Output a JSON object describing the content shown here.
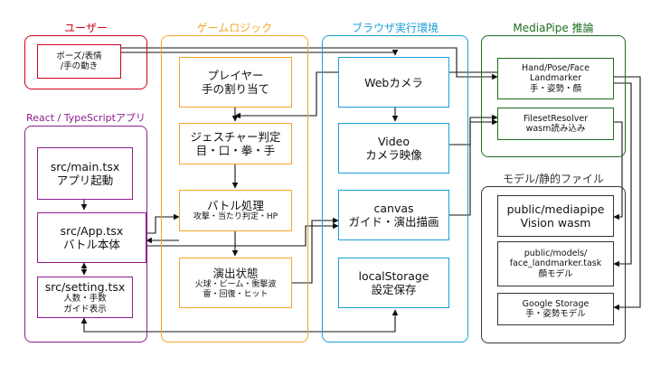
{
  "groups": {
    "user": {
      "title": "ユーザー",
      "color": "#d0021b"
    },
    "game": {
      "title": "ゲームロジック",
      "color": "#f5a623"
    },
    "browser": {
      "title": "ブラウザ実行環境",
      "color": "#1a9fd8"
    },
    "mp": {
      "title": "MediaPipe 推論",
      "color": "#1e6b1e"
    },
    "react": {
      "title": "React / TypeScriptアプリ",
      "color": "#8e1e8e"
    },
    "model": {
      "title": "モデル/静的ファイル",
      "color": "#333333"
    }
  },
  "nodes": {
    "pose": {
      "line1": "ポーズ/表情",
      "line2": "/手の動き"
    },
    "player": {
      "line1": "プレイヤー",
      "line2": "手の割り当て"
    },
    "gesture": {
      "line1": "ジェスチャー判定",
      "line2": "目・口・拳・手"
    },
    "battle": {
      "line1": "バトル処理",
      "line2": "攻撃・当たり判定・HP"
    },
    "effect": {
      "line1": "演出状態",
      "line2": "火球・ビーム・衝撃波",
      "line3": "雷・回復・ヒット"
    },
    "webcam": {
      "line1": "Webカメラ"
    },
    "video": {
      "line1": "Video",
      "line2": "カメラ映像"
    },
    "canvas": {
      "line1": "canvas",
      "line2": "ガイド・演出描画"
    },
    "storage": {
      "line1": "localStorage",
      "line2": "設定保存"
    },
    "landmark": {
      "line1": "Hand/Pose/Face",
      "line2": "Landmarker",
      "line3": "手・姿勢・顔"
    },
    "fileset": {
      "line1": "FilesetResolver",
      "line2": "wasm読み込み"
    },
    "main": {
      "line1": "src/main.tsx",
      "line2": "アプリ起動"
    },
    "app": {
      "line1": "src/App.tsx",
      "line2": "バトル本体"
    },
    "setting": {
      "line1": "src/setting.tsx",
      "line2": "人数・手数",
      "line3": "ガイド表示"
    },
    "vision": {
      "line1": "public/mediapipe",
      "line2": "Vision wasm"
    },
    "facemodel": {
      "line1": "public/models/",
      "line2": "face_landmarker.task",
      "line3": "顔モデル"
    },
    "gstorage": {
      "line1": "Google Storage",
      "line2": "手・姿勢モデル"
    }
  }
}
